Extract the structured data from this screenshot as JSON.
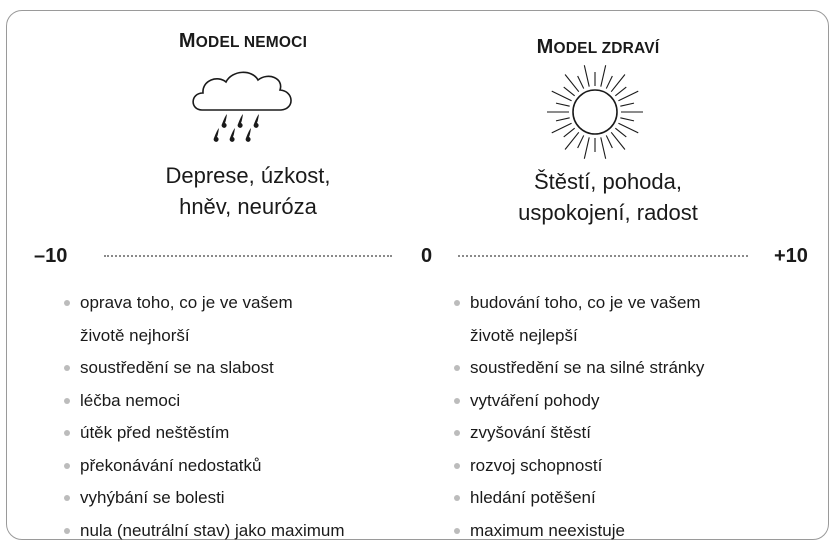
{
  "left": {
    "title_first": "M",
    "title_rest": "odel nemoci",
    "icon": "rain-cloud-icon",
    "caption": [
      "Deprese, úzkost,",
      "hněv, neuróza"
    ],
    "items": [
      [
        "oprava toho, co je ve vašem",
        "životě nejhorší"
      ],
      [
        "soustředění se na slabost"
      ],
      [
        "léčba nemoci"
      ],
      [
        "útěk před neštěstím"
      ],
      [
        "překonávání nedostatků"
      ],
      [
        "vyhýbání se bolesti"
      ],
      [
        "nula (neutrální stav) jako maximum"
      ]
    ]
  },
  "right": {
    "title_first": "M",
    "title_rest": "odel zdraví",
    "icon": "sun-icon",
    "caption": [
      "Štěstí, pohoda,",
      "uspokojení, radost"
    ],
    "items": [
      [
        "budování toho, co je ve vašem",
        "životě nejlepší"
      ],
      [
        "soustředění se na silné stránky"
      ],
      [
        "vytváření pohody"
      ],
      [
        "zvyšování štěstí"
      ],
      [
        "rozvoj schopností"
      ],
      [
        "hledání potěšení"
      ],
      [
        "maximum neexistuje"
      ]
    ]
  },
  "scale": {
    "min": "–10",
    "mid": "0",
    "max": "+10"
  },
  "colors": {
    "text": "#1a1a1a",
    "border": "#9a9a9a",
    "bullet": "#bcbcbc",
    "dots": "#8a8a8a"
  }
}
